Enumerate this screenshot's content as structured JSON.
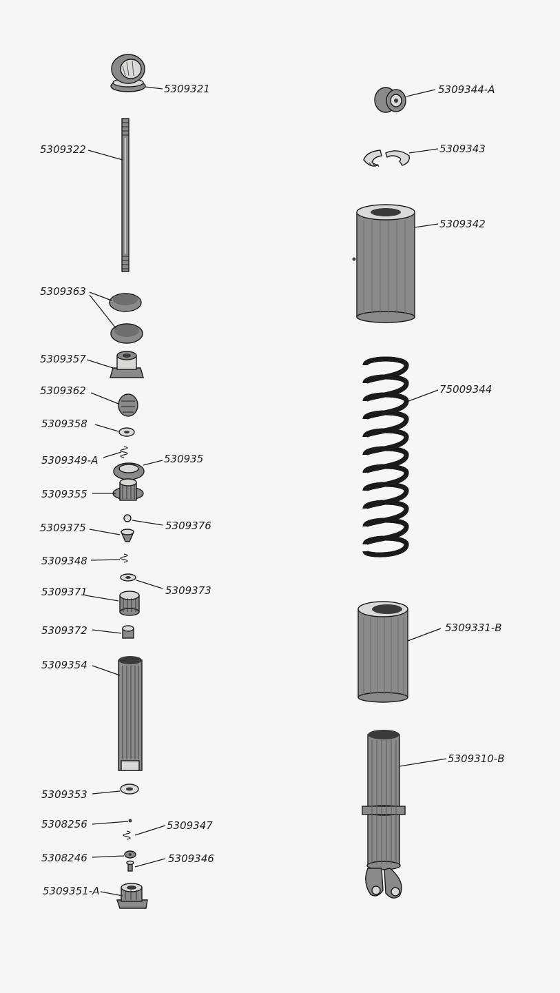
{
  "parts": [
    {
      "id": "p5309321",
      "number": "5309321",
      "shape": "eye-bushing"
    },
    {
      "id": "p5309322",
      "number": "5309322",
      "shape": "threaded-rod"
    },
    {
      "id": "p5309363",
      "number": "5309363",
      "shape": "rubber-washer-pair"
    },
    {
      "id": "p5309357",
      "number": "5309357",
      "shape": "nut"
    },
    {
      "id": "p5309362",
      "number": "5309362",
      "shape": "valve-body"
    },
    {
      "id": "p5309358",
      "number": "5309358",
      "shape": "small-washer"
    },
    {
      "id": "p5309349A",
      "number": "5309349-A",
      "shape": "small-spring"
    },
    {
      "id": "p530935",
      "number": "530935",
      "shape": "ring"
    },
    {
      "id": "p5309355",
      "number": "5309355",
      "shape": "piston"
    },
    {
      "id": "p5309376",
      "number": "5309376",
      "shape": "ball"
    },
    {
      "id": "p5309375",
      "number": "5309375",
      "shape": "valve-seat"
    },
    {
      "id": "p5309348",
      "number": "5309348",
      "shape": "small-spring"
    },
    {
      "id": "p5309373",
      "number": "5309373",
      "shape": "small-washer"
    },
    {
      "id": "p5309371",
      "number": "5309371",
      "shape": "bushing"
    },
    {
      "id": "p5309372",
      "number": "5309372",
      "shape": "nut"
    },
    {
      "id": "p5309354",
      "number": "5309354",
      "shape": "inner-cylinder"
    },
    {
      "id": "p5309353",
      "number": "5309353",
      "shape": "small-washer"
    },
    {
      "id": "p5308256",
      "number": "5308256",
      "shape": "pin"
    },
    {
      "id": "p5309347",
      "number": "5309347",
      "shape": "small-spring"
    },
    {
      "id": "p5308246",
      "number": "5308246",
      "shape": "disc-valve"
    },
    {
      "id": "p5309346",
      "number": "5309346",
      "shape": "screw"
    },
    {
      "id": "p5309351A",
      "number": "5309351-A",
      "shape": "bottom-valve"
    },
    {
      "id": "p5309344A",
      "number": "5309344-A",
      "shape": "rubber-bush"
    },
    {
      "id": "p5309343",
      "number": "5309343",
      "shape": "split-collar"
    },
    {
      "id": "p5309342",
      "number": "5309342",
      "shape": "dust-cover"
    },
    {
      "id": "p75009344",
      "number": "75009344",
      "shape": "coil-spring"
    },
    {
      "id": "p5309331B",
      "number": "5309331-B",
      "shape": "outer-sleeve"
    },
    {
      "id": "p5309310B",
      "number": "5309310-B",
      "shape": "body-with-eye"
    }
  ]
}
